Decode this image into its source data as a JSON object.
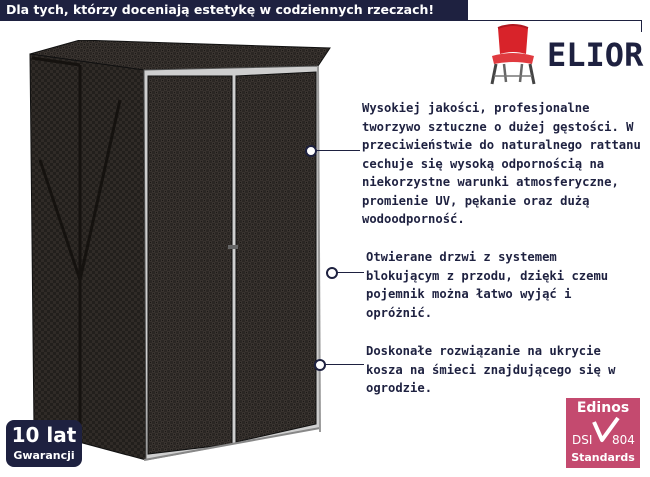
{
  "banner": {
    "text": "Dla tych, którzy doceniają estetykę w codziennych rzeczach!"
  },
  "brand": {
    "name": "ELIOR",
    "icon": "red-chair-icon"
  },
  "features": [
    {
      "text": "Wysokiej jakości, profesjonalne tworzywo sztuczne o dużej gęstości. W przeciwieństwie do naturalnego rattanu cechuje się wysoką odpornością na niekorzystne warunki atmosferyczne, promienie UV, pękanie oraz dużą wodoodporność."
    },
    {
      "text": "Otwierane drzwi z systemem blokującym z przodu, dzięki czemu pojemnik można łatwo wyjąć i opróżnić."
    },
    {
      "text": "Doskonałe rozwiązanie na ukrycie kosza na śmieci znajdującego się w ogrodzie."
    }
  ],
  "warranty": {
    "years": "10 lat",
    "label": "Gwarancji"
  },
  "certificate": {
    "name": "Edinos",
    "dsi": "DSI",
    "number": "804",
    "standards": "Standards"
  },
  "colors": {
    "navy": "#1e2140",
    "badge": "#c44a6f",
    "chair_red": "#d8232a",
    "rattan": "#2a2623"
  }
}
